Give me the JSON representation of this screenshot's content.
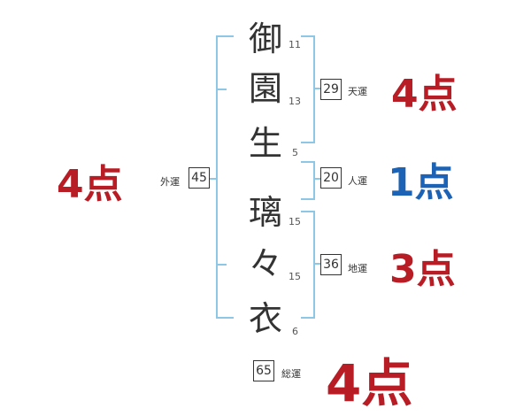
{
  "characters": [
    {
      "char": "御",
      "strokes": "11"
    },
    {
      "char": "園",
      "strokes": "13"
    },
    {
      "char": "生",
      "strokes": "5"
    },
    {
      "char": "璃",
      "strokes": "15"
    },
    {
      "char": "々",
      "strokes": "15"
    },
    {
      "char": "衣",
      "strokes": "6"
    }
  ],
  "fortunes": {
    "ten": {
      "label": "天運",
      "value": "29",
      "score": "4点",
      "color": "#b81d25"
    },
    "jin": {
      "label": "人運",
      "value": "20",
      "score": "1点",
      "color": "#1d63b5"
    },
    "chi": {
      "label": "地運",
      "value": "36",
      "score": "3点",
      "color": "#b81d25"
    },
    "gai": {
      "label": "外運",
      "value": "45",
      "score": "4点",
      "color": "#b81d25"
    },
    "so": {
      "label": "総運",
      "value": "65",
      "score": "4点",
      "color": "#b81d25"
    }
  },
  "colors": {
    "bracket": "#8ec7e6",
    "red": "#b81d25",
    "blue": "#1d63b5"
  }
}
